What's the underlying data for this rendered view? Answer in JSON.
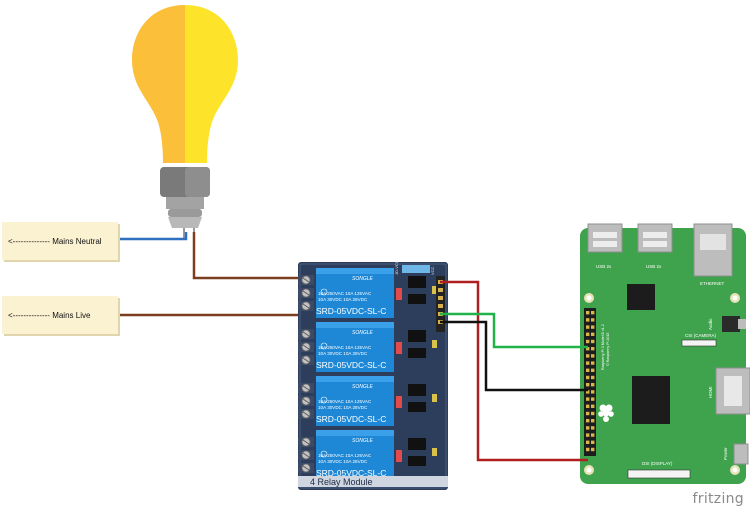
{
  "notes": {
    "neutral": "<-------------- Mains  Neutral",
    "live": "<-------------- Mains Live"
  },
  "relay_module": {
    "title": "4 Relay Module",
    "relays": [
      {
        "brand": "SONGLE",
        "line1": "10A  250VAC   10A  125VAC",
        "line2": "10A   30VDC   10A   28VDC",
        "model": "SRD-05VDC-SL-C"
      },
      {
        "brand": "SONGLE",
        "line1": "10A  250VAC   10A  125VAC",
        "line2": "10A   30VDC   10A   28VDC",
        "model": "SRD-05VDC-SL-C"
      },
      {
        "brand": "SONGLE",
        "line1": "10A  250VAC   10A  125VAC",
        "line2": "10A   30VDC   10A   28VDC",
        "model": "SRD-05VDC-SL-C"
      },
      {
        "brand": "SONGLE",
        "line1": "10A  250VAC   10A  125VAC",
        "line2": "10A   30VDC   10A   28VDC",
        "model": "SRD-05VDC-SL-C"
      }
    ],
    "jumper_labels": [
      "JD-VCC",
      "VCC"
    ]
  },
  "raspberry_pi": {
    "usb1": "USB 2x",
    "usb2": "USB 2x",
    "ethernet": "ETHERNET",
    "audio": "Audio",
    "csi": "CSI (CAMERA)",
    "hdmi": "HDMI",
    "dsi": "DSI (DISPLAY)",
    "power": "Power",
    "board_text1": "Raspberry Pi 3 Model B v1.2",
    "board_text2": "© Raspberry Pi 2015"
  },
  "watermark": "fritzing",
  "colors": {
    "bulb_glass_left": "#fbbf3a",
    "bulb_glass_right": "#fde42a",
    "bulb_base": "#7a7a7a",
    "relay_board": "#2c3e5c",
    "relay_body": "#1e88d6",
    "pi_board": "#3fa34d",
    "wire_brown": "#7b3f1f",
    "wire_blue": "#2f6fbf",
    "wire_red": "#b01f1f",
    "wire_green": "#22b24a",
    "wire_black": "#111111",
    "note_fill": "#fbf2d2"
  }
}
